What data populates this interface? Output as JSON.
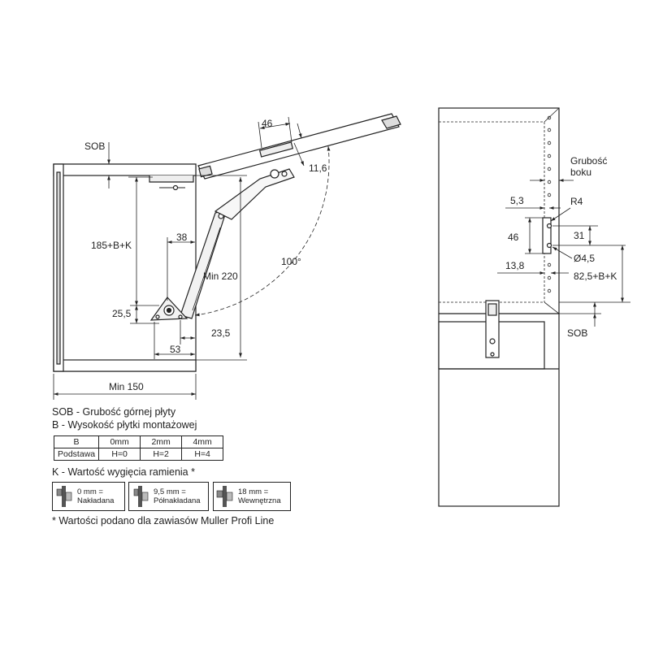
{
  "dimensions": {
    "sob": "SOB",
    "d46_top": "46",
    "d11_6": "11,6",
    "d185": "185+B+K",
    "d38": "38",
    "min220": "Min 220",
    "d100": "100°",
    "d25_5": "25,5",
    "d23_5": "23,5",
    "d53": "53",
    "min150": "Min 150",
    "grubosc_boku": [
      "Grubość",
      "boku"
    ],
    "d5_3": "5,3",
    "r4": "R4",
    "d46_side": "46",
    "d31": "31",
    "phi4_5": "Ø4,5",
    "d13_8": "13,8",
    "d82_5": "82,5+B+K",
    "sob_right": "SOB"
  },
  "legend": {
    "sob_line": "SOB - Grubość górnej płyty",
    "b_line": "B - Wysokość płytki montażowej",
    "k_line": "K - Wartość wygięcia ramienia *",
    "footnote": "* Wartości podano dla zawiasów Muller Profi Line"
  },
  "b_table": {
    "header": [
      "B",
      "0mm",
      "2mm",
      "4mm"
    ],
    "row": [
      "Podstawa",
      "H=0",
      "H=2",
      "H=4"
    ]
  },
  "k_options": [
    {
      "lines": [
        "0 mm =",
        "Nakładana"
      ],
      "icon": "overlay-hinge-icon"
    },
    {
      "lines": [
        "9,5 mm =",
        "Półnakładana"
      ],
      "icon": "half-overlay-hinge-icon"
    },
    {
      "lines": [
        "18 mm =",
        "Wewnętrzna"
      ],
      "icon": "inset-hinge-icon"
    }
  ]
}
